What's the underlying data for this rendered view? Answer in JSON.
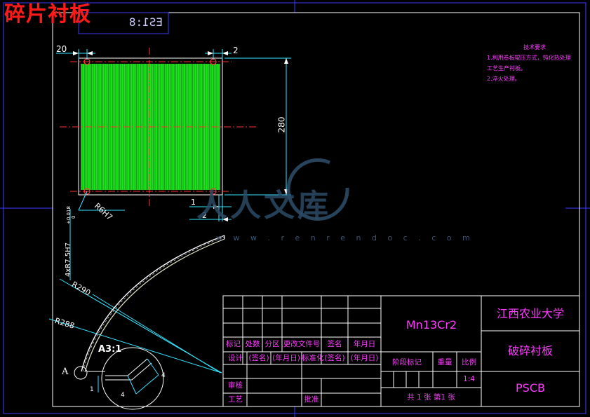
{
  "title": "碎片衬板",
  "reverse_stamp": "ES1:8",
  "dimensions": {
    "left_offset": "20",
    "right_offset": "2",
    "height": "280",
    "bottom_offset_1": "1",
    "bottom_offset_2": "2",
    "hole": "R6H7",
    "tolerance_upper": "+0.018",
    "tolerance_lower": "0",
    "hole_pattern": "4xR7.5H7",
    "radius_outer": "R290",
    "radius_inner": "R288",
    "detail_label": "A3:1",
    "detail_dim_a": "4",
    "detail_dim_b": "4",
    "detail_dim_c": "1",
    "view_marker": "A"
  },
  "technical_requirements": {
    "heading": "技术要求",
    "items": [
      "1.利用卷板辊压方式，钝化热处理",
      "工艺生产衬板。",
      "2.淬火处理。"
    ]
  },
  "title_block": {
    "material": "Mn13Cr2",
    "school": "江西农业大学",
    "part_name": "破碎衬板",
    "drawing_code": "PSCB",
    "row_headers": [
      "标记",
      "处数",
      "分区",
      "更改文件号",
      "签名",
      "年月日"
    ],
    "row_values": [
      "设计",
      "(签名)",
      "(年月日)",
      "标准化",
      "(签名)",
      "(年月日)"
    ],
    "stage_label": "阶段标记",
    "weight_label": "重量",
    "scale_label": "比例",
    "scale_value": "1:4",
    "review_label": "审核",
    "process_label": "工艺",
    "approve_label": "批准",
    "sheet_info": "共 1 张  第1 张"
  },
  "watermark": {
    "brand": "人人文库",
    "url": "w w w . r e n r e n d o c . c o m"
  }
}
